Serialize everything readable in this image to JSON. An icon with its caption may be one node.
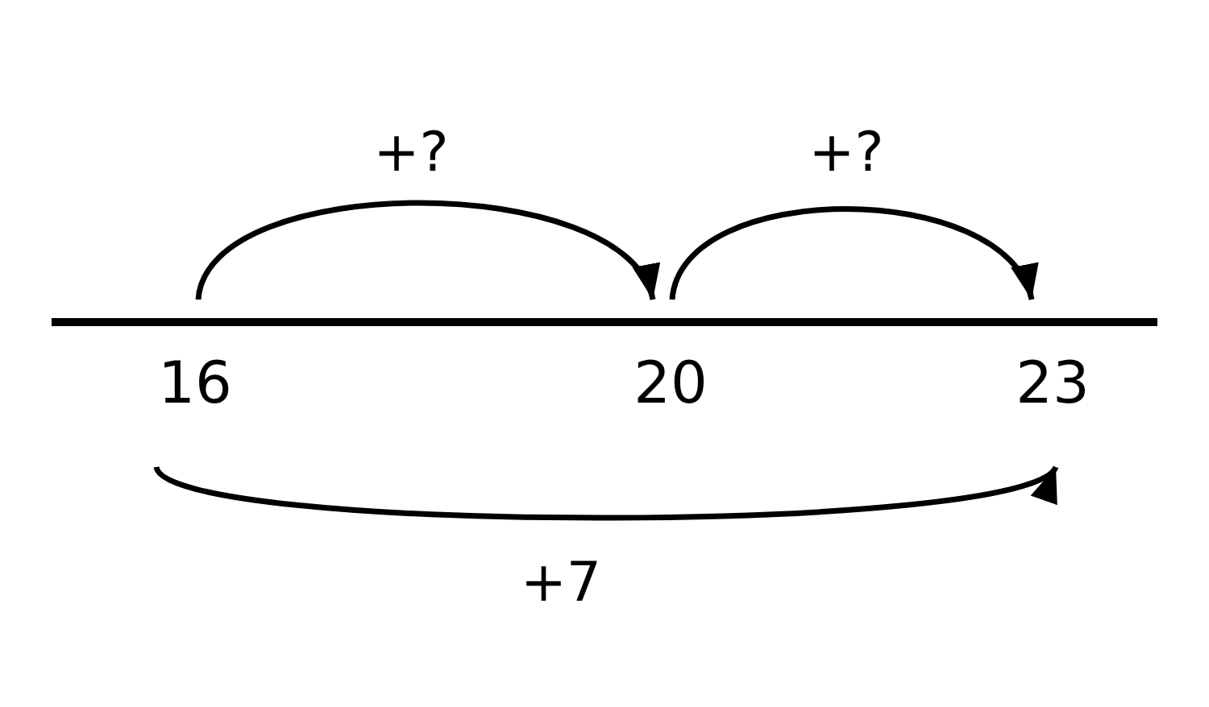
{
  "diagram": {
    "nodes": [
      {
        "text": [
          "16"
        ]
      },
      {
        "text": [
          "20"
        ]
      },
      {
        "text": [
          "23"
        ]
      }
    ],
    "edges": [
      {
        "from": 0,
        "to": 1,
        "arrow": "to",
        "label": "+?"
      },
      {
        "from": 1,
        "to": 2,
        "arrow": "to",
        "label": "+?"
      },
      {
        "from": 0,
        "to": 2,
        "arrow": "to",
        "label": "+7"
      }
    ]
  }
}
